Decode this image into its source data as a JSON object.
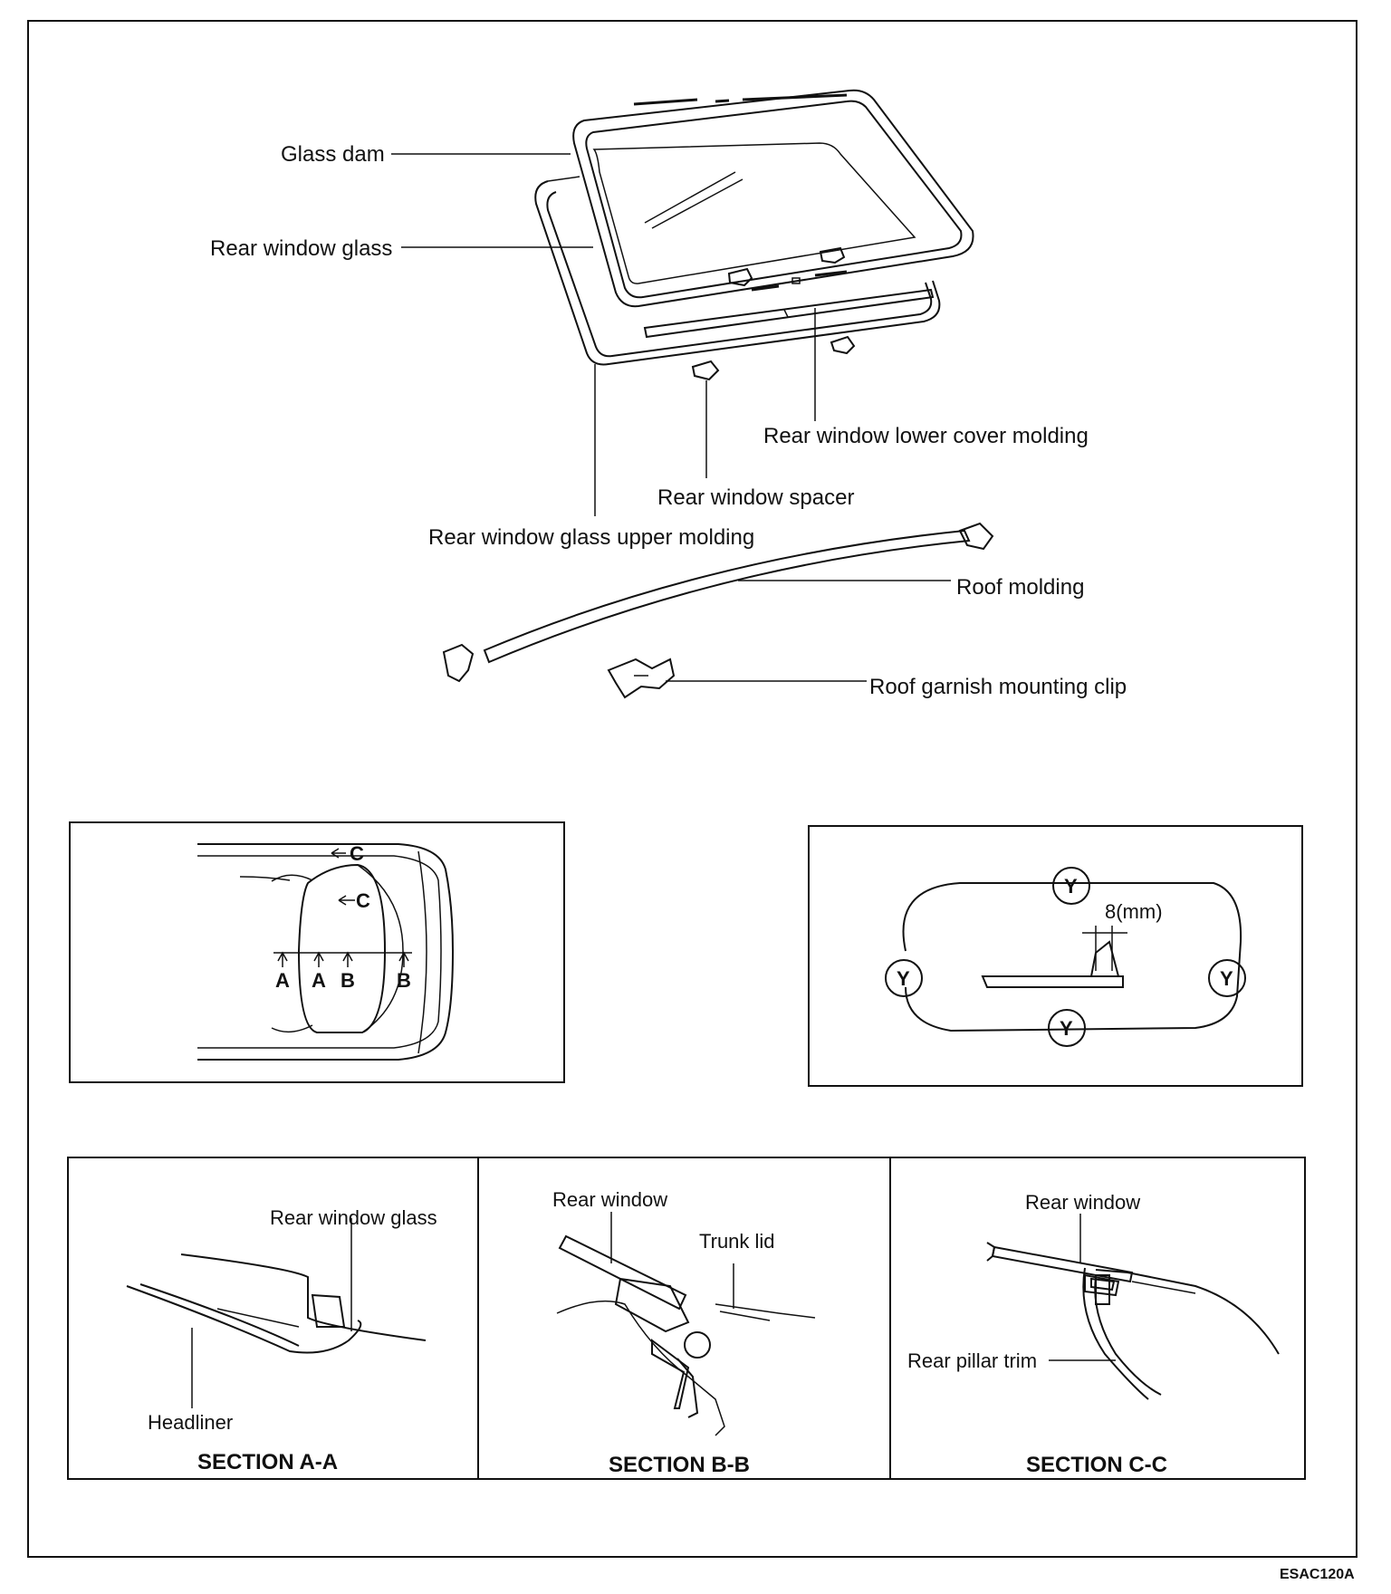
{
  "exploded_view": {
    "labels": {
      "glass_dam": "Glass dam",
      "rear_window_glass": "Rear window glass",
      "lower_cover_molding": "Rear window lower cover molding",
      "spacer": "Rear window spacer",
      "upper_molding": "Rear window glass upper molding",
      "roof_molding": "Roof molding",
      "roof_garnish_clip": "Roof garnish mounting clip"
    }
  },
  "top_view": {
    "markers": {
      "a1": "A",
      "a2": "A",
      "b1": "B",
      "b2": "B",
      "c1": "C",
      "c2": "C"
    }
  },
  "dam_detail": {
    "dimension": "8(mm)",
    "points": {
      "top": "Y",
      "left": "Y",
      "right": "Y",
      "bottom": "Y"
    }
  },
  "sections": {
    "a": {
      "title": "SECTION A-A",
      "label_glass": "Rear window glass",
      "label_headliner": "Headliner"
    },
    "b": {
      "title": "SECTION B-B",
      "label_window": "Rear window",
      "label_trunk": "Trunk lid"
    },
    "c": {
      "title": "SECTION C-C",
      "label_window": "Rear window",
      "label_pillar": "Rear pillar trim"
    }
  },
  "figure_code": "ESAC120A"
}
